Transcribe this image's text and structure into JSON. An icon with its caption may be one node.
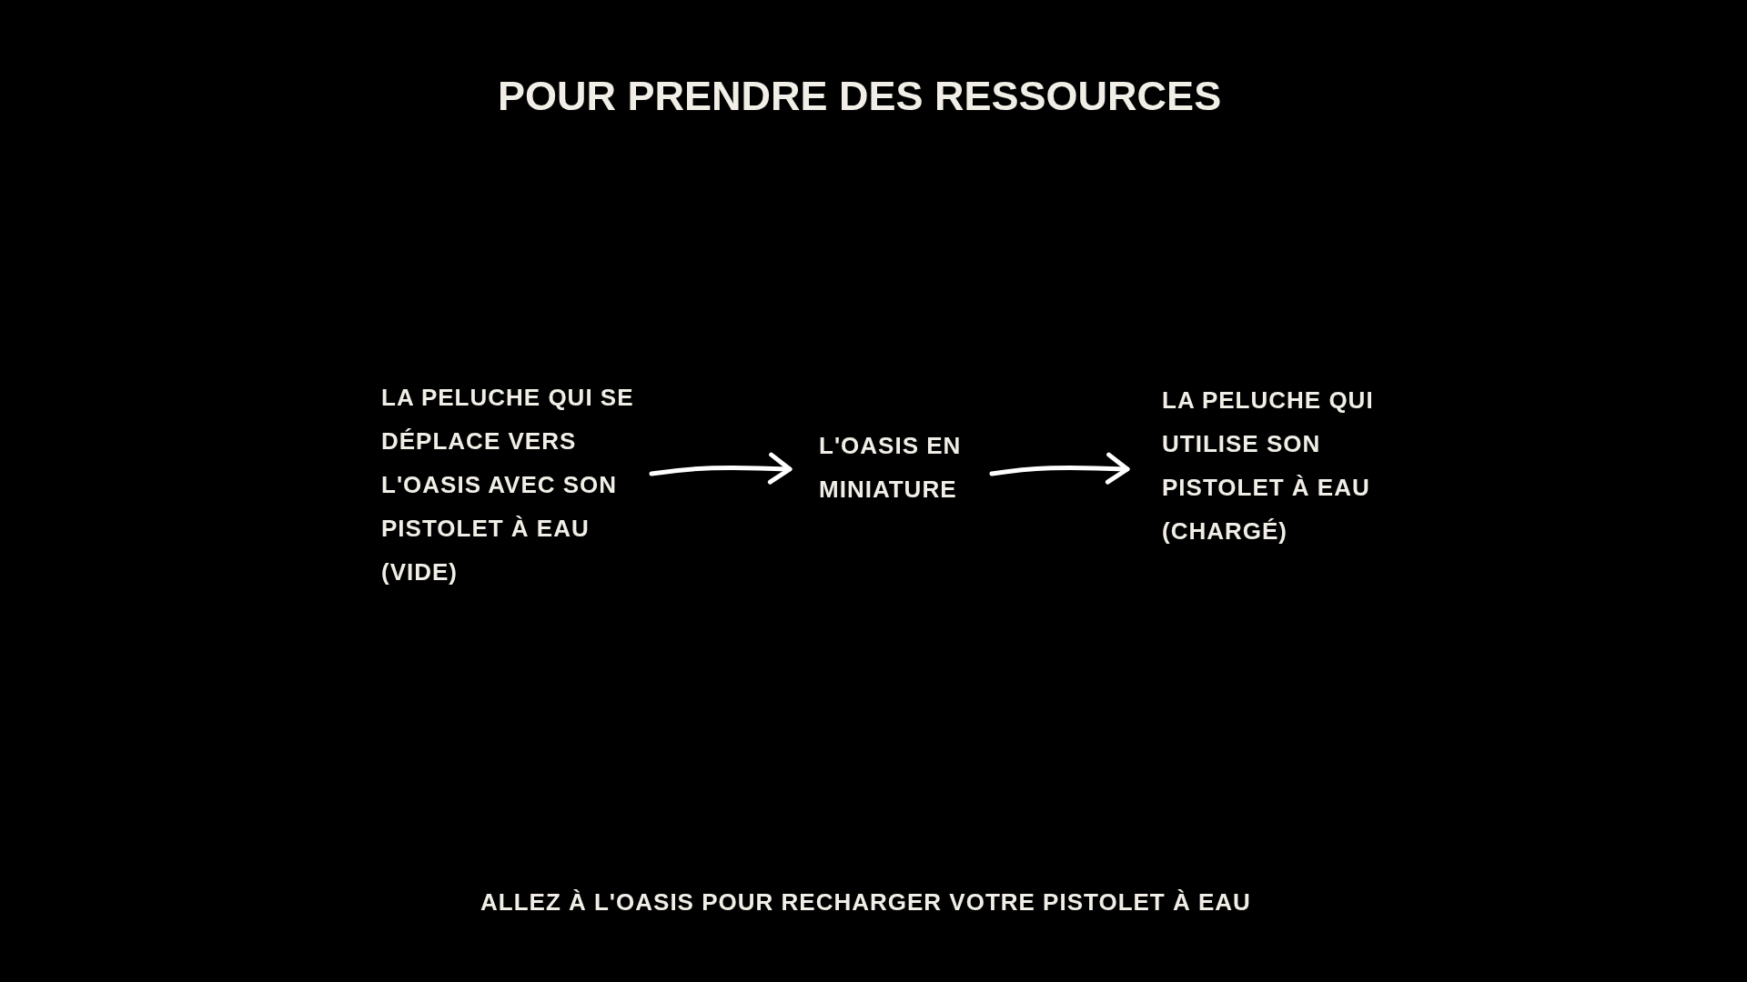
{
  "diagram": {
    "title": "POUR PRENDRE DES RESSOURCES",
    "caption": "ALLEZ À L'OASIS POUR RECHARGER VOTRE PISTOLET À EAU",
    "nodes": [
      {
        "text": [
          "LA PELUCHE QUI SE DÉPLACE VERS L'OASIS AVEC SON PISTOLET À EAU (VIDE)"
        ]
      },
      {
        "text": [
          "L'OASIS EN MINIATURE"
        ]
      },
      {
        "text": [
          "LA PELUCHE QUI UTILISE SON PISTOLET À EAU (CHARGÉ)"
        ]
      }
    ],
    "edges": [
      {
        "from": 0,
        "to": 1,
        "arrow": "to"
      },
      {
        "from": 1,
        "to": 2,
        "arrow": "to"
      }
    ]
  }
}
